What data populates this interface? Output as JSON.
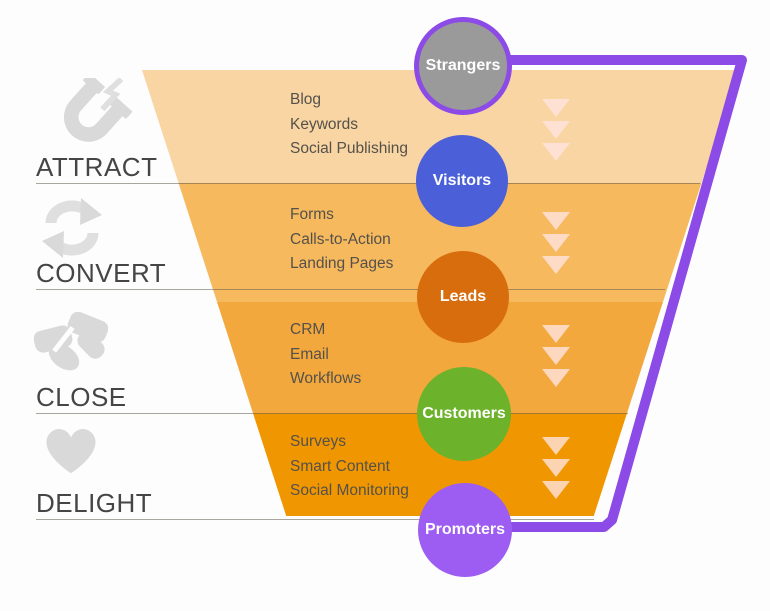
{
  "funnel": {
    "outline_color": "#8c4ae6",
    "chevron_color": "rgba(255,228,222,0.8)",
    "tiers": [
      {
        "color": "#f8d5a2",
        "items": [
          "Blog",
          "Keywords",
          "Social Publishing"
        ]
      },
      {
        "color": "#f6b95e",
        "items": [
          "Forms",
          "Calls-to-Action",
          "Landing Pages"
        ]
      },
      {
        "color": "#f2a83d",
        "items": [
          "CRM",
          "Email",
          "Workflows"
        ]
      },
      {
        "color": "#f09600",
        "items": [
          "Surveys",
          "Smart Content",
          "Social Monitoring"
        ]
      }
    ]
  },
  "stages": [
    {
      "label": "ATTRACT",
      "icon": "magnet-icon"
    },
    {
      "label": "CONVERT",
      "icon": "cycle-arrows-icon"
    },
    {
      "label": "CLOSE",
      "icon": "handshake-icon"
    },
    {
      "label": "DELIGHT",
      "icon": "heart-icon"
    }
  ],
  "audiences": [
    {
      "label": "Strangers",
      "color": "#9a9a9a",
      "border_color": "#8c4ae6"
    },
    {
      "label": "Visitors",
      "color": "#4b60d8"
    },
    {
      "label": "Leads",
      "color": "#d86d0e"
    },
    {
      "label": "Customers",
      "color": "#6cb22b"
    },
    {
      "label": "Promoters",
      "color": "#9d5cf2"
    }
  ]
}
